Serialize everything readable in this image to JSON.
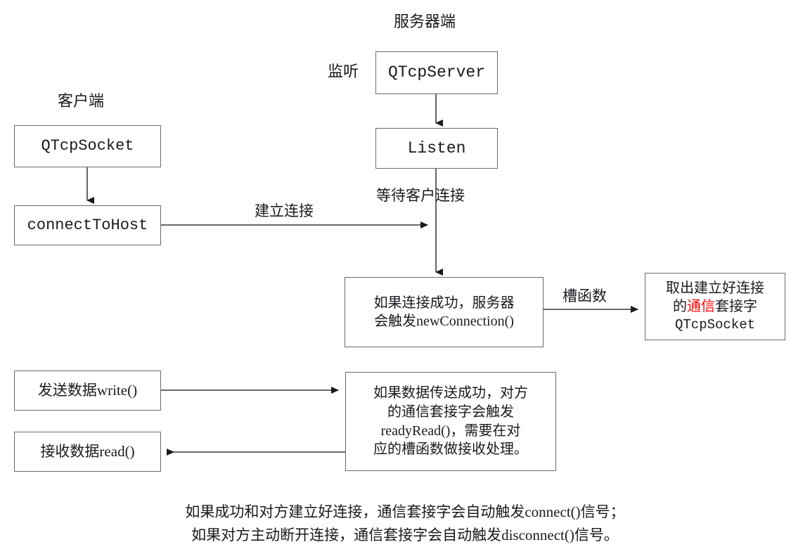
{
  "diagram": {
    "title_server": "服务器端",
    "title_client": "客户端",
    "labels": {
      "listen_label": "监听",
      "establish_connection": "建立连接",
      "wait_client_connect": "等待客户连接",
      "slot_function": "槽函数"
    },
    "boxes": {
      "qtcpserver": "QTcpServer",
      "listen": "Listen",
      "qtcpsocket": "QTcpSocket",
      "connect_to_host": "connectToHost",
      "new_connection_line1": "如果连接成功，服务器",
      "new_connection_line2": "会触发newConnection()",
      "extract_line1": "取出建立好连接",
      "extract_line2_a": "的",
      "extract_line2_b": "通信",
      "extract_line2_c": "套接字",
      "extract_line3": "QTcpSocket",
      "send_data": "发送数据write()",
      "recv_data": "接收数据read()",
      "ready_read_line1": "如果数据传送成功，对方",
      "ready_read_line2": "的通信套接字会触发",
      "ready_read_line3": "readyRead()，需要在对",
      "ready_read_line4": "应的槽函数做接收处理。"
    },
    "caption": {
      "line1": "如果成功和对方建立好连接，通信套接字会自动触发connect()信号；",
      "line2": "如果对方主动断开连接，通信套接字会自动触发disconnect()信号。"
    },
    "colors": {
      "stroke": "#6b6b6b",
      "wire": "#555555",
      "text": "#1a1a20",
      "highlight": "#ff0000",
      "background": "#ffffff"
    }
  }
}
